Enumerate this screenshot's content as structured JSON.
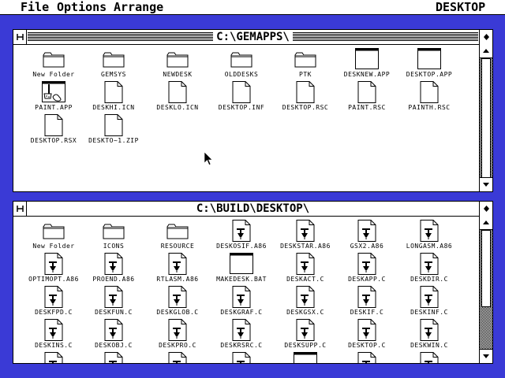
{
  "menubar": {
    "items": [
      "File",
      "Options",
      "Arrange"
    ],
    "right_title": "DESKTOP"
  },
  "windows": [
    {
      "title": "C:\\GEMAPPS\\",
      "closer_icon": "close-box-icon",
      "fuller_icon": "full-box-icon",
      "items": [
        {
          "label": "New Folder",
          "icon": "folder-icon"
        },
        {
          "label": "GEMSYS",
          "icon": "folder-icon"
        },
        {
          "label": "NEWDESK",
          "icon": "folder-icon"
        },
        {
          "label": "OLDDESKS",
          "icon": "folder-icon"
        },
        {
          "label": "PTK",
          "icon": "folder-icon"
        },
        {
          "label": "DESKNEW.APP",
          "icon": "application-icon"
        },
        {
          "label": "DESKTOP.APP",
          "icon": "application-icon"
        },
        {
          "label": "PAINT.APP",
          "icon": "paint-app-icon"
        },
        {
          "label": "DESKHI.ICN",
          "icon": "document-icon"
        },
        {
          "label": "DESKLO.ICN",
          "icon": "document-icon"
        },
        {
          "label": "DESKTOP.INF",
          "icon": "document-icon"
        },
        {
          "label": "DESKTOP.RSC",
          "icon": "document-icon"
        },
        {
          "label": "PAINT.RSC",
          "icon": "document-icon"
        },
        {
          "label": "PAINTH.RSC",
          "icon": "document-icon"
        },
        {
          "label": "DESKTOP.RSX",
          "icon": "document-icon"
        },
        {
          "label": "DESKTO~1.ZIP",
          "icon": "document-icon"
        }
      ]
    },
    {
      "title": "C:\\BUILD\\DESKTOP\\",
      "closer_icon": "close-box-icon",
      "fuller_icon": "full-box-icon",
      "items": [
        {
          "label": "New Folder",
          "icon": "folder-icon"
        },
        {
          "label": "ICONS",
          "icon": "folder-icon"
        },
        {
          "label": "RESOURCE",
          "icon": "folder-icon"
        },
        {
          "label": "DESKOSIF.A86",
          "icon": "source-file-icon"
        },
        {
          "label": "DESKSTAR.A86",
          "icon": "source-file-icon"
        },
        {
          "label": "GSX2.A86",
          "icon": "source-file-icon"
        },
        {
          "label": "LONGASM.A86",
          "icon": "source-file-icon"
        },
        {
          "label": "OPTIMOPT.A86",
          "icon": "source-file-icon"
        },
        {
          "label": "PROEND.A86",
          "icon": "source-file-icon"
        },
        {
          "label": "RTLASM.A86",
          "icon": "source-file-icon"
        },
        {
          "label": "MAKEDESK.BAT",
          "icon": "application-icon"
        },
        {
          "label": "DESKACT.C",
          "icon": "source-file-icon"
        },
        {
          "label": "DESKAPP.C",
          "icon": "source-file-icon"
        },
        {
          "label": "DESKDIR.C",
          "icon": "source-file-icon"
        },
        {
          "label": "DESKFPD.C",
          "icon": "source-file-icon"
        },
        {
          "label": "DESKFUN.C",
          "icon": "source-file-icon"
        },
        {
          "label": "DESKGLOB.C",
          "icon": "source-file-icon"
        },
        {
          "label": "DESKGRAF.C",
          "icon": "source-file-icon"
        },
        {
          "label": "DESKGSX.C",
          "icon": "source-file-icon"
        },
        {
          "label": "DESKIF.C",
          "icon": "source-file-icon"
        },
        {
          "label": "DESKINF.C",
          "icon": "source-file-icon"
        },
        {
          "label": "DESKINS.C",
          "icon": "source-file-icon"
        },
        {
          "label": "DESKOBJ.C",
          "icon": "source-file-icon"
        },
        {
          "label": "DESKPRO.C",
          "icon": "source-file-icon"
        },
        {
          "label": "DESKRSRC.C",
          "icon": "source-file-icon"
        },
        {
          "label": "DESKSUPP.C",
          "icon": "source-file-icon"
        },
        {
          "label": "DESKTOP.C",
          "icon": "source-file-icon"
        },
        {
          "label": "DESKWIN.C",
          "icon": "source-file-icon"
        },
        {
          "label": "",
          "icon": "source-file-icon"
        },
        {
          "label": "",
          "icon": "source-file-icon"
        },
        {
          "label": "",
          "icon": "source-file-icon"
        },
        {
          "label": "",
          "icon": "source-file-icon"
        },
        {
          "label": "",
          "icon": "application-icon"
        },
        {
          "label": "",
          "icon": "source-file-icon"
        },
        {
          "label": "",
          "icon": "source-file-icon"
        }
      ]
    }
  ],
  "colors": {
    "desktop": "#3a3ad6",
    "window": "#ffffff",
    "ink": "#000000"
  },
  "cursor_icon": "arrow-pointer-icon"
}
